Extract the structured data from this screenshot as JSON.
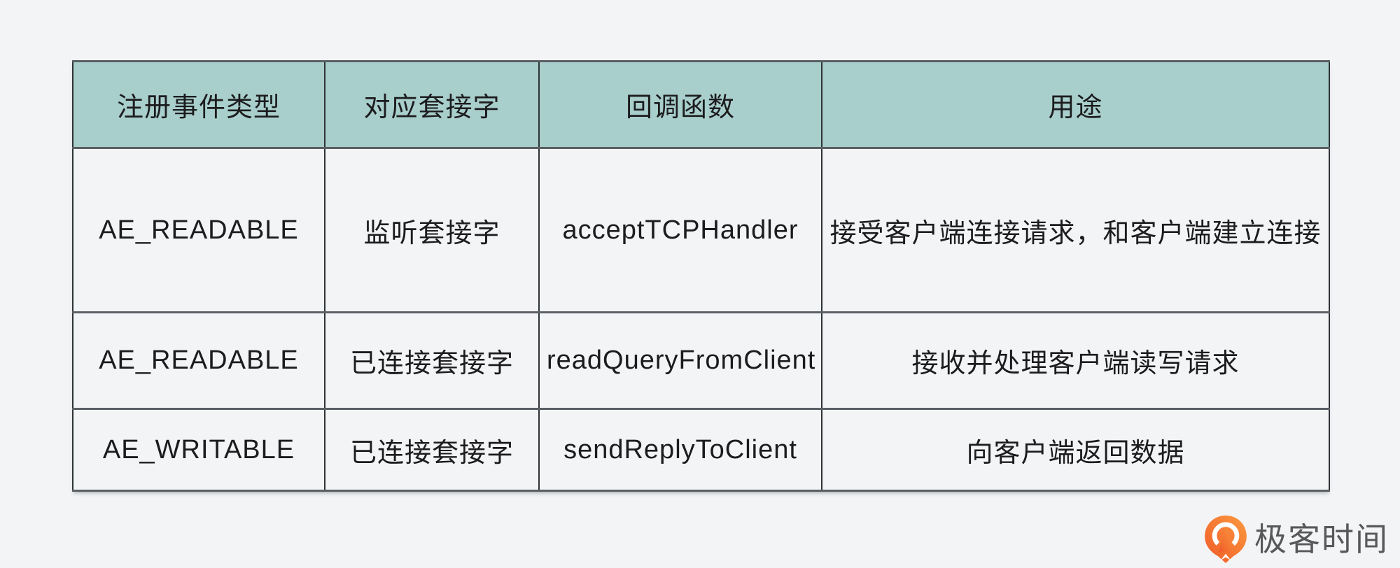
{
  "chart_data": {
    "type": "table",
    "columns": [
      "注册事件类型",
      "对应套接字",
      "回调函数",
      "用途"
    ],
    "rows": [
      [
        "AE_READABLE",
        "监听套接字",
        "acceptTCPHandler",
        "接受客户端连接请求，和客户端建立连接"
      ],
      [
        "AE_READABLE",
        "已连接套接字",
        "readQueryFromClient",
        "接收并处理客户端读写请求"
      ],
      [
        "AE_WRITABLE",
        "已连接套接字",
        "sendReplyToClient",
        "向客户端返回数据"
      ]
    ],
    "layout": {
      "header_position": "top",
      "grid": "on"
    }
  },
  "branding": {
    "logo_text": "极客时间",
    "logo_icon": "geektime-pin-icon"
  },
  "colors": {
    "header_bg": "#a9cfcc",
    "page_bg": "#f3f4f6",
    "border_vertical": "#2e3336",
    "border_horizontal": "#5a6064",
    "text": "#1c1c1e",
    "logo_orange_light": "#fb9a3f",
    "logo_orange_dark": "#f05a28",
    "logo_text_color": "#58585a"
  }
}
